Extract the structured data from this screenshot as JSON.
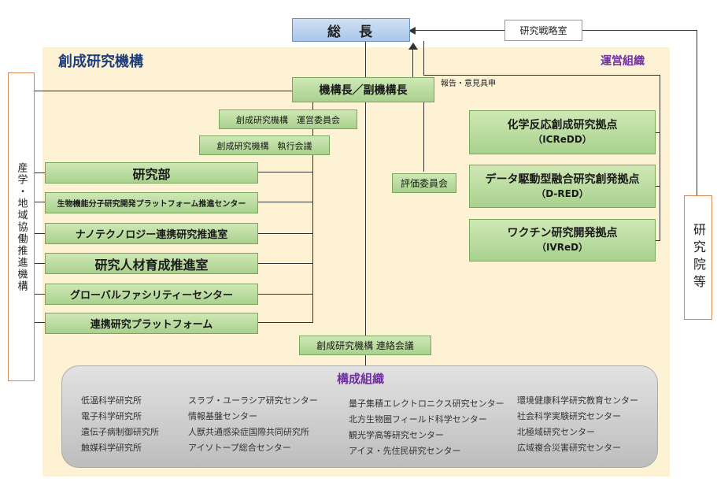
{
  "president": "総　長",
  "strategy_office": "研究戦略室",
  "institute_title": "創成研究機構",
  "management_label": "運営組織",
  "director": "機構長／副機構長",
  "report_label": "報告・意見具申",
  "committees": {
    "steering": "創成研究機構　運営委員会",
    "executive": "創成研究機構　執行会議",
    "evaluation": "評価委員会",
    "liaison": "創成研究機構 連絡会議"
  },
  "left_vertical": "産学・地域協働推進機構",
  "right_vertical": "研究院等",
  "units": [
    "研究部",
    "生物機能分子研究開発プラットフォーム推進センター",
    "ナノテクノロジー連携研究推進室",
    "研究人材育成推進室",
    "グローバルファシリティーセンター",
    "連携研究プラットフォーム"
  ],
  "bases": [
    {
      "name": "化学反応創成研究拠点",
      "abbr": "（ICReDD）"
    },
    {
      "name": "データ駆動型融合研究創発拠点",
      "abbr": "（D-RED）"
    },
    {
      "name": "ワクチン研究開発拠点",
      "abbr": "（IVReD）"
    }
  ],
  "member_title": "構成組織",
  "member_columns": [
    [
      "低温科学研究所",
      "電子科学研究所",
      "遺伝子病制御研究所",
      "触媒科学研究所"
    ],
    [
      "スラブ・ユーラシア研究センター",
      "情報基盤センター",
      "人獣共通感染症国際共同研究所",
      "アイソトープ総合センター"
    ],
    [
      "量子集積エレクトロニクス研究センター",
      "北方生物圏フィールド科学センター",
      "観光学高等研究センター",
      "アイヌ・先住民研究センター"
    ],
    [
      "環境健康科学研究教育センター",
      "社会科学実験研究センター",
      "北極域研究センター",
      "広域複合災害研究センター"
    ]
  ]
}
